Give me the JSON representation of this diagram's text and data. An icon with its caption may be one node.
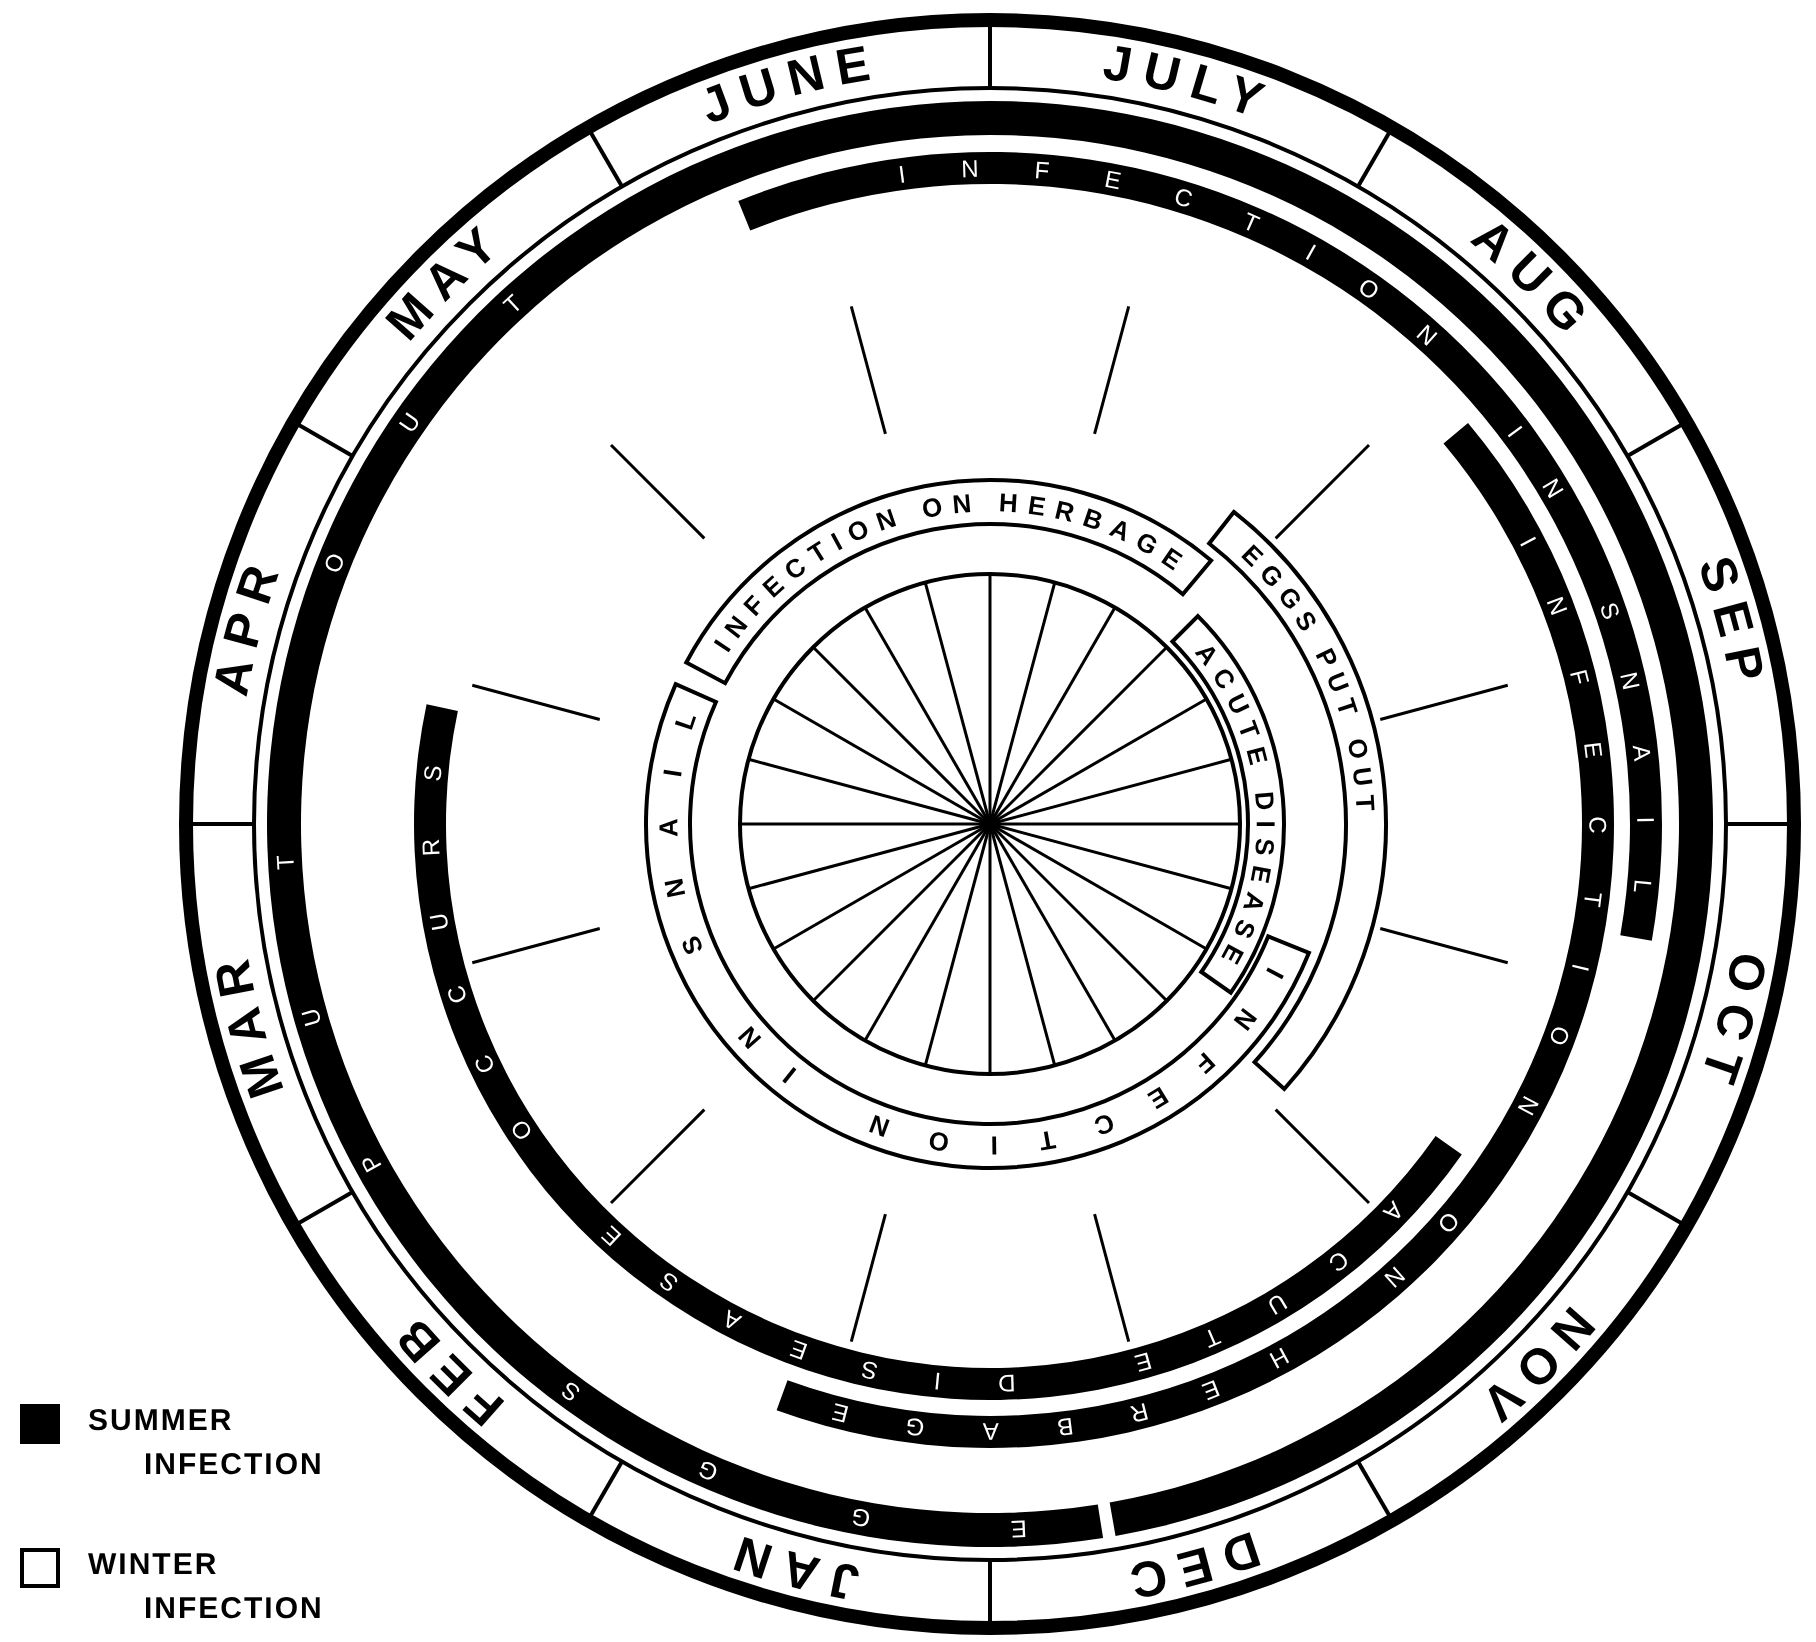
{
  "diagram": {
    "nodes": [
      {
        "text": [
          "INFECTION IN SNAIL"
        ]
      },
      {
        "text": [
          "EGGS PUT OUT"
        ]
      },
      {
        "text": [
          "INFECTION ON HERBAGE"
        ]
      },
      {
        "text": [
          "EGGS PUT OUT"
        ]
      },
      {
        "text": [
          "ACUTE DISEASE"
        ]
      },
      {
        "text": [
          "INFECTION IN SNAIL"
        ]
      },
      {
        "text": [
          "INFECTION ON HERBAGE"
        ]
      },
      {
        "text": [
          "ACUTE DISEASE OCCURS"
        ]
      }
    ],
    "labels": [
      "JUNE",
      "JULY",
      "AUG",
      "SEP",
      "OCT",
      "NOV",
      "DEC",
      "JAN",
      "FEB",
      "MAR",
      "APR",
      "MAY"
    ],
    "legend": [
      {
        "text": "SUMMER INFECTION",
        "color": "#000000"
      },
      {
        "text": "WINTER INFECTION",
        "color": "#ffffff"
      }
    ]
  }
}
